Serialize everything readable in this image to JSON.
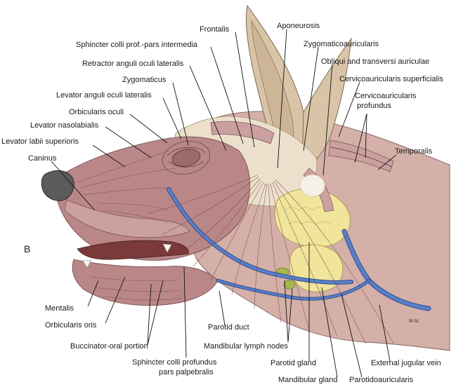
{
  "figure": {
    "panel_letter": "B",
    "signature": "M·N."
  },
  "labels": {
    "frontalis": "Frontalis",
    "aponeurosis": "Aponeurosis",
    "sphincter_colli_intermedia": "Sphincter colli prof.-pars intermedia",
    "zygomaticoauricularis": "Zygomaticoauricularis",
    "retractor_anguli_oculi": "Retractor anguli oculi lateralis",
    "obliqui_transversi": "Obliqui and transversi auriculae",
    "zygomaticus": "Zygomaticus",
    "cervicoauricularis_superficialis": "Cervicoauricularis superficialis",
    "levator_anguli_oculi": "Levator anguli oculi lateralis",
    "cervicoauricularis_profundus_1": "Cervicoauricularis",
    "cervicoauricularis_profundus_2": "profundus",
    "orbicularis_oculi": "Orbicularis oculi",
    "levator_nasolabialis": "Levator nasolabialis",
    "temporalis": "Temporalis",
    "levator_labii": "Levator labii superioris",
    "caninus": "Caninus",
    "mentalis": "Mentalis",
    "orbicularis_oris": "Orbicularis oris",
    "parotid_duct": "Parotid duct",
    "buccinator": "Buccinator-oral portion",
    "mandibular_lymph": "Mandibular lymph nodes",
    "parotid_gland": "Parotid gland",
    "external_jugular": "External jugular vein",
    "sphincter_palpebralis_1": "Sphincter colli profundus",
    "sphincter_palpebralis_2": "pars palpebralis",
    "mandibular_gland": "Mandibular gland",
    "parotidoauricularis": "Parotidoauricularis"
  },
  "colors": {
    "muscle": "#b98787",
    "gland": "#f0e59a",
    "vein": "#5a7fc9",
    "ear": "#d9c4a8"
  }
}
